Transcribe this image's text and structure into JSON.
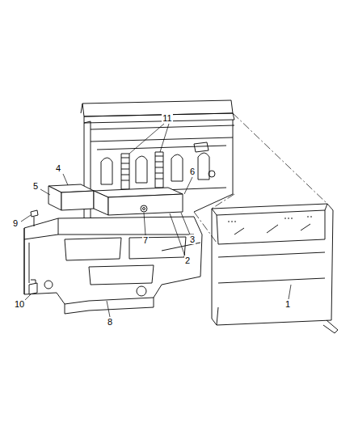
{
  "diagram": {
    "labels": [
      "11",
      "4",
      "5",
      "6",
      "9",
      "7",
      "3",
      "2",
      "10",
      "8",
      "1"
    ]
  }
}
